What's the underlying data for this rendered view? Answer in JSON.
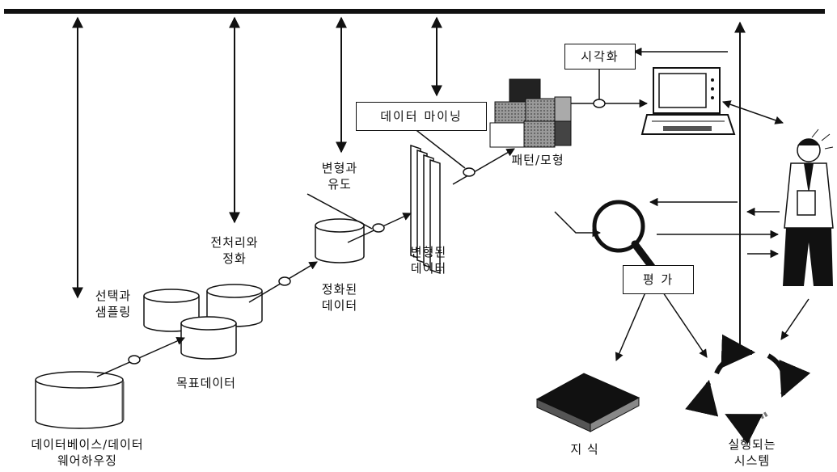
{
  "labels": {
    "database_line1": "데이터베이스/데이터",
    "database_line2": "웨어하우징",
    "selection_line1": "선택과",
    "selection_line2": "샘플링",
    "target_data": "목표데이터",
    "preprocess_line1": "전처리와",
    "preprocess_line2": "정화",
    "cleaned_line1": "정화된",
    "cleaned_line2": "데이터",
    "transform_line1": "변형과",
    "transform_line2": "유도",
    "transformed_line1": "변형된",
    "transformed_line2": "데이터",
    "data_mining": "데이터 마이닝",
    "visualization": "시각화",
    "pattern_model": "패턴/모형",
    "evaluation": "평 가",
    "knowledge": "지 식",
    "executed_system_line1": "실행되는",
    "executed_system_line2": "시스템"
  }
}
